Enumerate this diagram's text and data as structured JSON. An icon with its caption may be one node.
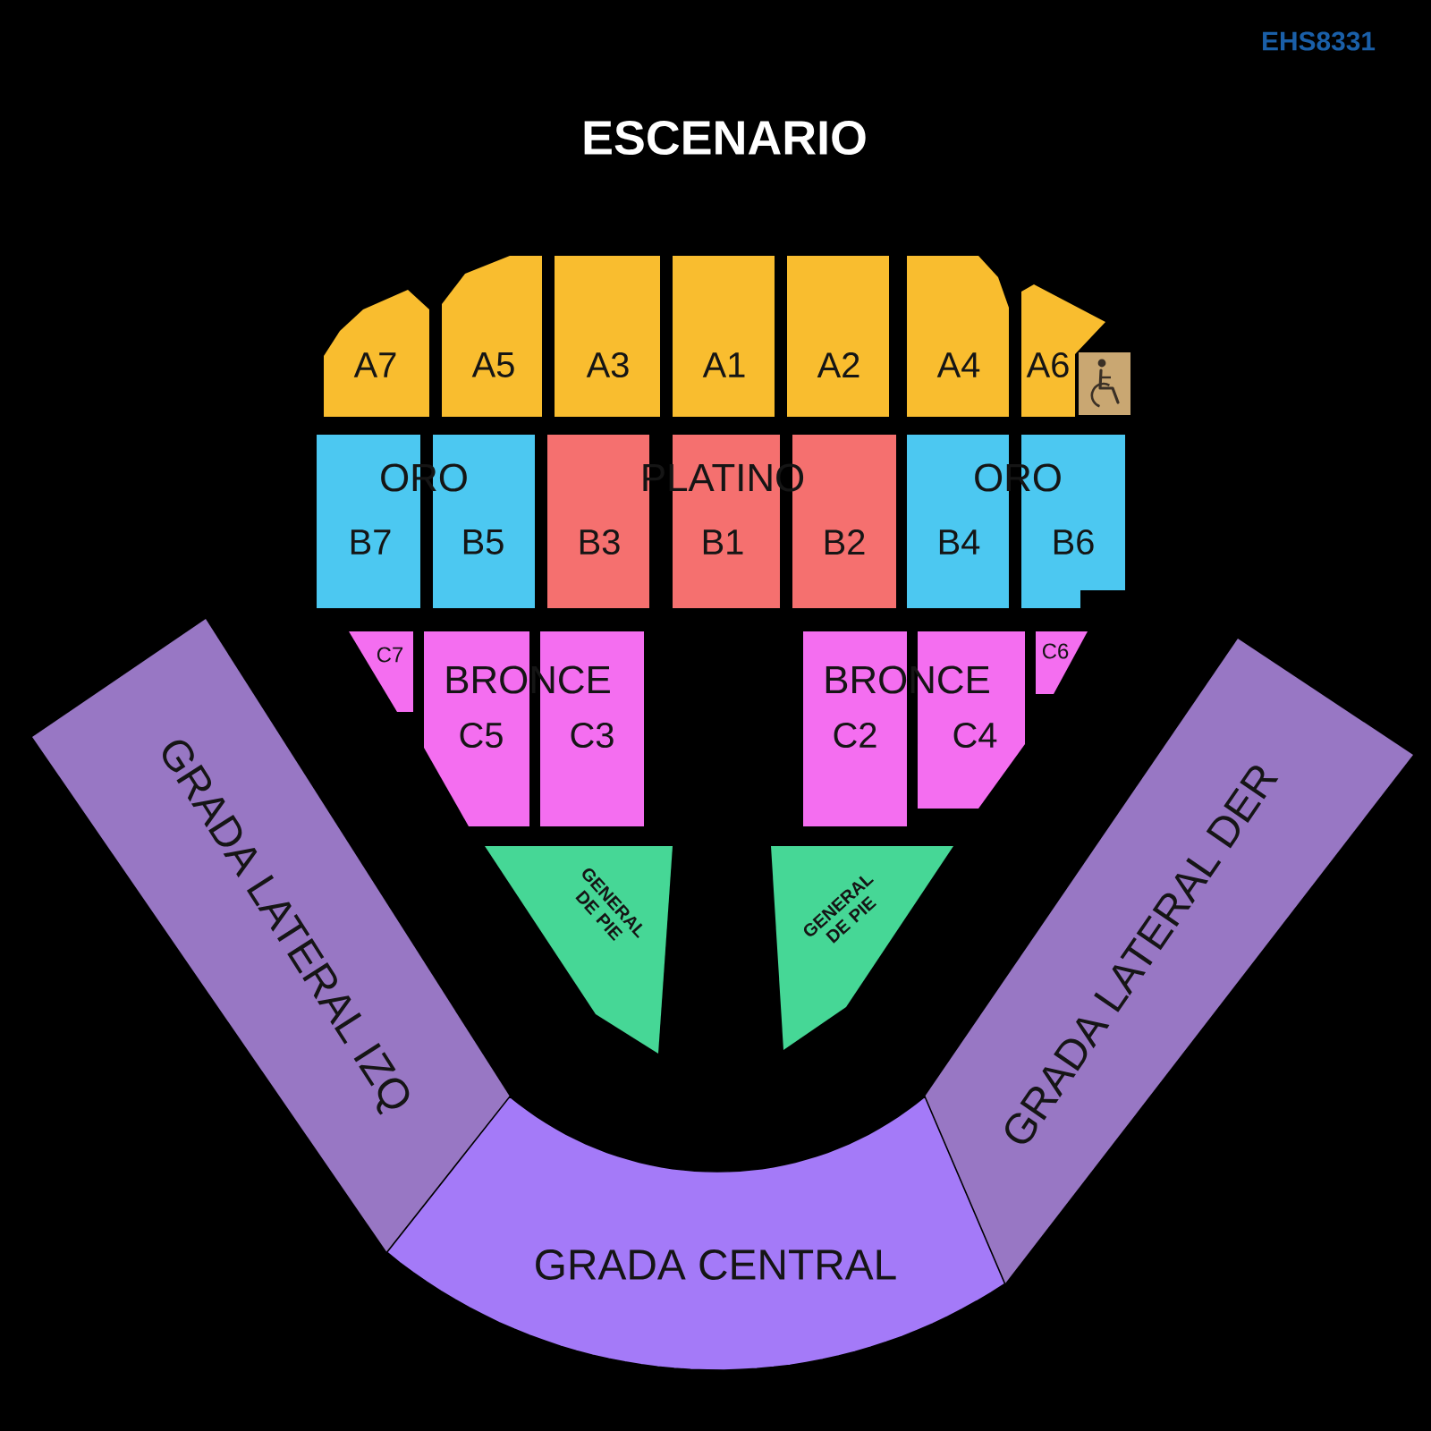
{
  "diagram": {
    "nodes": [
      {
        "text": [
          "A7"
        ]
      },
      {
        "text": [
          "A5"
        ]
      },
      {
        "text": [
          "A3"
        ]
      },
      {
        "text": [
          "A1"
        ]
      },
      {
        "text": [
          "A2"
        ]
      },
      {
        "text": [
          "A4"
        ]
      },
      {
        "text": [
          "A6"
        ]
      },
      {
        "text": [],
        "shape": "picture"
      },
      {
        "text": [
          "B7"
        ]
      },
      {
        "text": [
          "B5"
        ]
      },
      {
        "text": [
          "B3"
        ]
      },
      {
        "text": [
          "B1"
        ]
      },
      {
        "text": [
          "B2"
        ]
      },
      {
        "text": [
          "B4"
        ]
      },
      {
        "text": [
          "B6"
        ]
      },
      {
        "text": [
          "C7"
        ]
      },
      {
        "text": [
          "C5"
        ]
      },
      {
        "text": [
          "C3"
        ]
      },
      {
        "text": [
          "C2"
        ]
      },
      {
        "text": [
          "C4"
        ]
      },
      {
        "text": [
          "C6"
        ]
      },
      {
        "text": [
          "GENERAL DE PIE"
        ]
      },
      {
        "text": [
          "GENERAL DE PIE"
        ]
      },
      {
        "text": [
          "GRADA LATERAL IZQ"
        ]
      },
      {
        "text": [
          "GRADA LATERAL DER"
        ]
      },
      {
        "text": [
          "GRADA CENTRAL"
        ]
      }
    ],
    "labels": [
      "EHS8331",
      "ESCENARIO",
      "ORO",
      "PLATINO",
      "ORO",
      "BRONCE",
      "BRONCE"
    ]
  }
}
